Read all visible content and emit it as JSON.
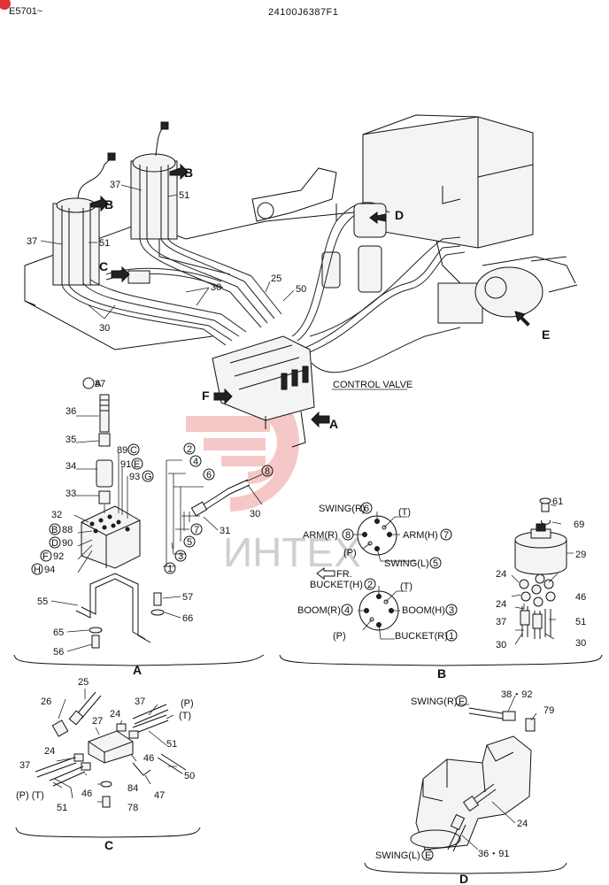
{
  "header": {
    "serial_range": "E5701~",
    "drawing_number": "24100J6387F1"
  },
  "watermark": {
    "text": "ИНТЕХ",
    "color": "#e23b3b"
  },
  "main_view": {
    "labels": {
      "b1": "B",
      "b2": "B",
      "c": "C",
      "d": "D",
      "e": "E",
      "f": "F",
      "a": "A",
      "control_valve": "CONTROL VALVE",
      "p37a": "37",
      "p51a": "51",
      "p37b": "37",
      "p51b": "51",
      "p30a": "30",
      "p30b": "30",
      "p25": "25",
      "p50": "50"
    }
  },
  "view_a": {
    "caption": "A",
    "labels": {
      "p87": "87",
      "p36": "36",
      "p35": "35",
      "p34": "34",
      "p33": "33",
      "p32": "32",
      "p88": "88",
      "p90": "90",
      "p92": "92",
      "p94": "94",
      "p89": "89",
      "p91": "91",
      "p93": "93",
      "p55": "55",
      "p65": "65",
      "p56": "56",
      "p57": "57",
      "p66": "66",
      "p31": "31",
      "p30": "30",
      "c1": "1",
      "c2": "2",
      "c3": "3",
      "c4": "4",
      "c5": "5",
      "c6": "6",
      "c7": "7",
      "c8": "8",
      "ca": "A",
      "cb": "B",
      "cc": "C",
      "cd": "D",
      "ce": "E",
      "cf": "F",
      "cg": "G",
      "ch": "H"
    }
  },
  "view_b": {
    "caption": "B",
    "upper": {
      "swing_r": "SWING(R)",
      "arm_r": "ARM(R)",
      "arm_h": "ARM(H)",
      "swing_l": "SWING(L)",
      "t": "(T)",
      "p": "(P)",
      "n6": "6",
      "n8": "8",
      "n7": "7",
      "n5": "5",
      "fr": "FR."
    },
    "lower": {
      "bucket_h": "BUCKET(H)",
      "boom_r": "BOOM(R)",
      "boom_h": "BOOM(H)",
      "bucket_r": "BUCKET(R)",
      "t": "(T)",
      "p": "(P)",
      "n2": "2",
      "n4": "4",
      "n3": "3",
      "n1": "1"
    },
    "parts": {
      "p61": "61",
      "p69": "69",
      "p29": "29",
      "p24a": "24",
      "p24b": "24",
      "p46": "46",
      "p37": "37",
      "p51": "51",
      "p30a": "30",
      "p30b": "30"
    }
  },
  "view_c": {
    "caption": "C",
    "labels": {
      "p25": "25",
      "p26": "26",
      "p27": "27",
      "p24a": "24",
      "p37a": "37",
      "pp": "(P)",
      "pt": "(T)",
      "p51a": "51",
      "p46a": "46",
      "p50": "50",
      "p37b": "37",
      "p24b": "24",
      "p46b": "46",
      "p84": "84",
      "p47": "47",
      "p78": "78",
      "ppt": "(P)  (T)",
      "p51b": "51"
    }
  },
  "view_d": {
    "caption": "D",
    "labels": {
      "swing_rf": "SWING(R)",
      "cf": "F",
      "p3892": "38・92",
      "p79": "79",
      "p24": "24",
      "swing_le": "SWING(L)",
      "ce": "E",
      "p3691": "36・91"
    }
  }
}
